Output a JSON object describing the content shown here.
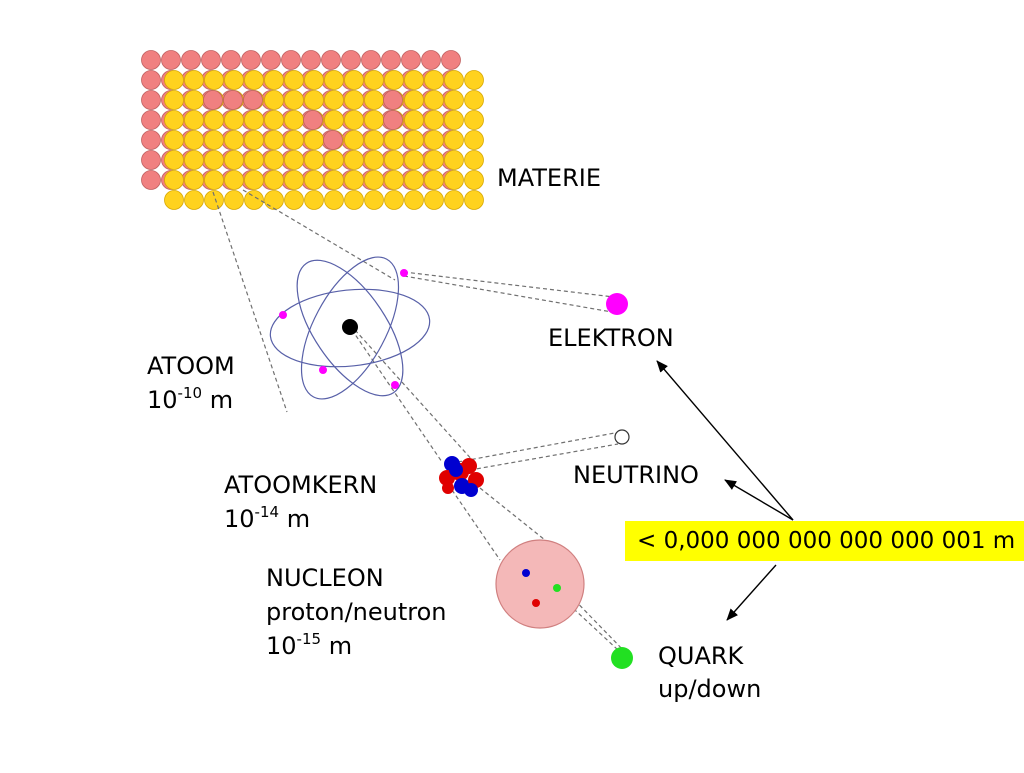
{
  "labels": {
    "materie": "MATERIE",
    "elektron": "ELEKTRON",
    "atoom": "ATOOM",
    "atoom_scale_base": "10",
    "atoom_scale_exp": "-10",
    "atoom_scale_unit": "m",
    "atoomkern": "ATOOMKERN",
    "atoomkern_scale_base": "10",
    "atoomkern_scale_exp": "-14",
    "atoomkern_scale_unit": "m",
    "neutrino": "NEUTRINO",
    "nucleon": "NUCLEON",
    "nucleon_sub": "proton/neutron",
    "nucleon_scale_base": "10",
    "nucleon_scale_exp": "-15",
    "nucleon_scale_unit": "m",
    "quark": "QUARK",
    "quark_sub": "up/down"
  },
  "size_box": {
    "text": "< 0,000 000 000 000 000 001  m"
  },
  "colors": {
    "background": "#ffffff",
    "lattice_pink": "#f08080",
    "lattice_yellow": "#ffd21e",
    "electron": "#ff00ff",
    "orbit": "#5860a8",
    "nucleus_core": "#000000",
    "proton": "#e00000",
    "neutron": "#0000d0",
    "nucleon_fill": "#f4b8b8",
    "quark": "#22e022",
    "highlight_box": "#ffff00",
    "dashed_line": "#707070"
  },
  "icons": {
    "lattice": "crystal-lattice-icon",
    "atom": "atom-model-icon",
    "nucleus": "nucleus-cluster-icon",
    "nucleon": "nucleon-sphere-icon",
    "electron": "electron-dot-icon",
    "neutrino": "neutrino-circle-icon",
    "quark": "quark-dot-icon"
  }
}
